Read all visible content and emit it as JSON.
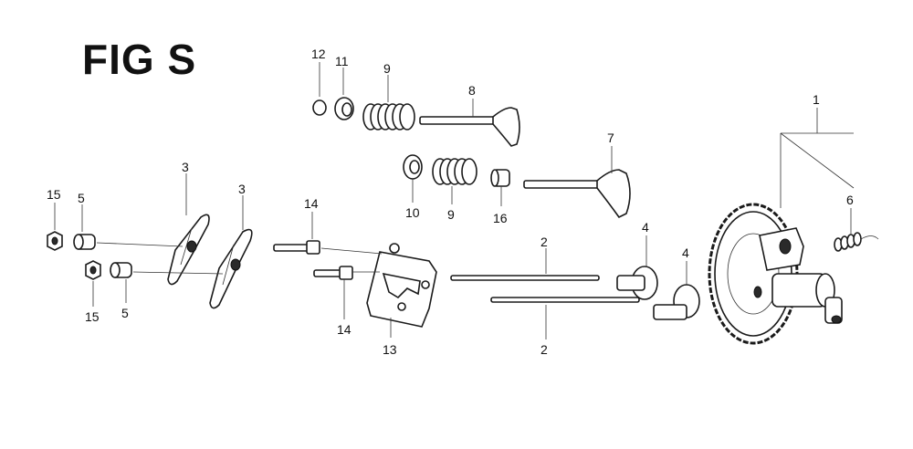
{
  "title": "FIG S",
  "callouts": {
    "c1": "1",
    "c2a": "2",
    "c2b": "2",
    "c3a": "3",
    "c3b": "3",
    "c4a": "4",
    "c4b": "4",
    "c5a": "5",
    "c5b": "5",
    "c6": "6",
    "c7": "7",
    "c8": "8",
    "c9a": "9",
    "c9b": "9",
    "c10": "10",
    "c11": "11",
    "c12": "12",
    "c13": "13",
    "c14a": "14",
    "c14b": "14",
    "c15a": "15",
    "c15b": "15",
    "c16": "16"
  }
}
